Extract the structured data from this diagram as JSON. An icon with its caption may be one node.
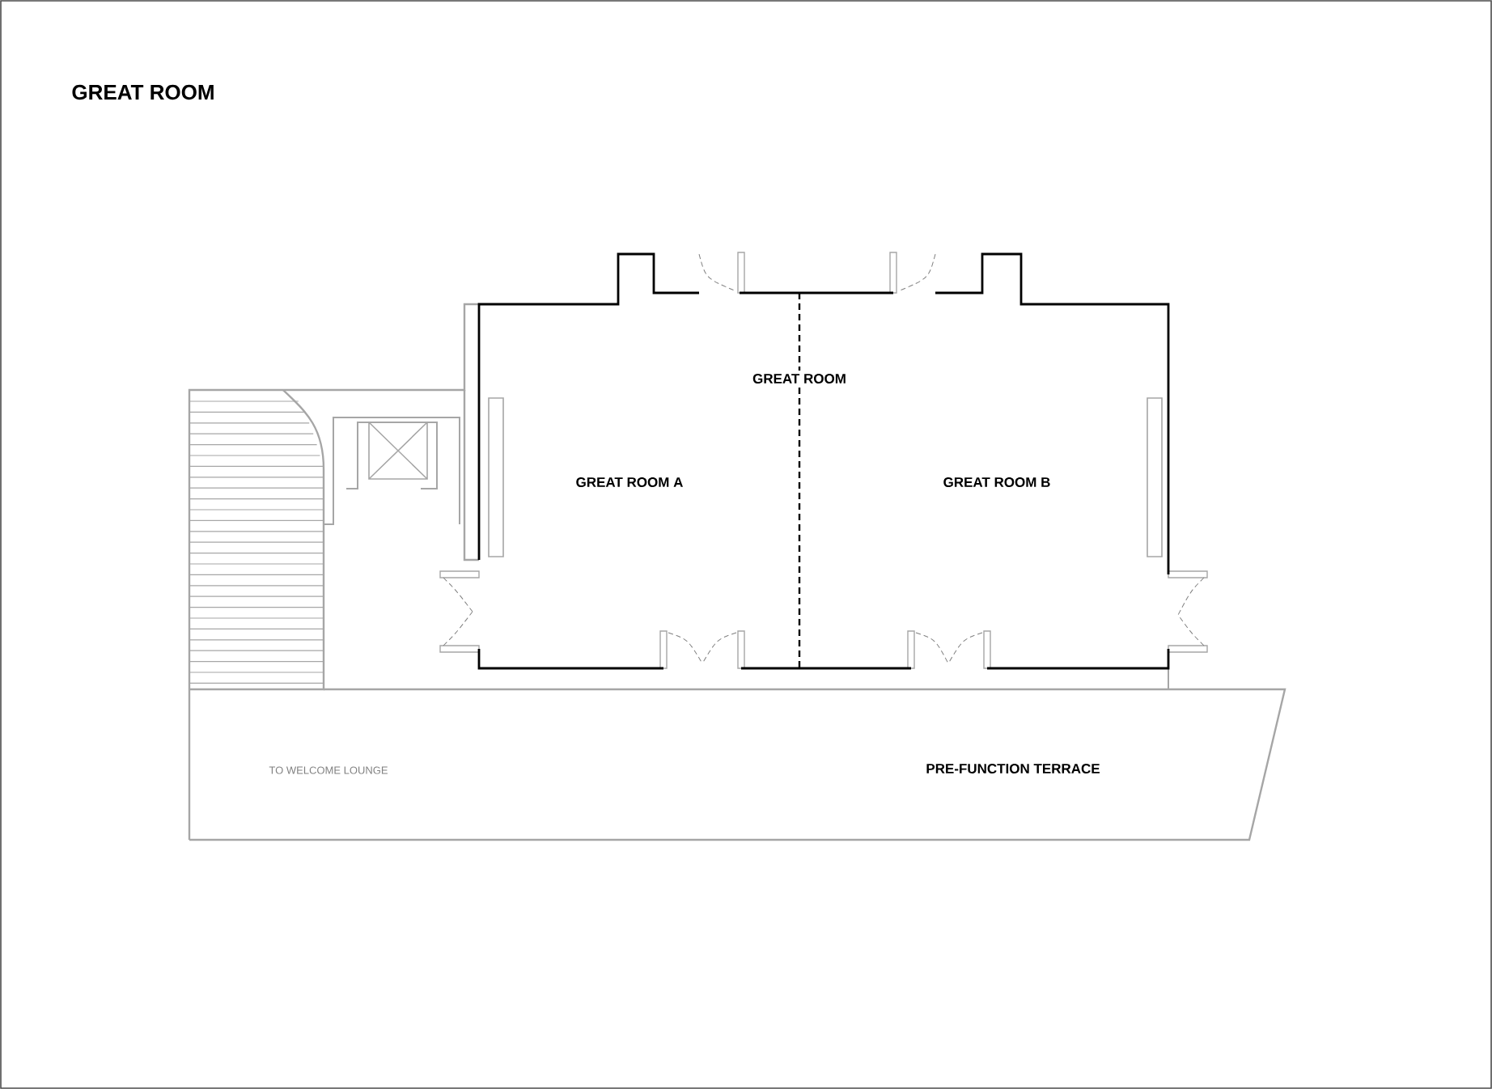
{
  "diagram": {
    "title": "GREAT ROOM",
    "nodes": [
      {
        "text": [
          "GREAT ROOM"
        ]
      },
      {
        "text": [
          "GREAT ROOM A"
        ],
        "in": 0
      },
      {
        "text": [
          "GREAT ROOM B"
        ],
        "in": 0
      },
      {
        "text": [
          "TO WELCOME LOUNGE",
          "PRE-FUNCTION TERRACE"
        ]
      }
    ]
  }
}
